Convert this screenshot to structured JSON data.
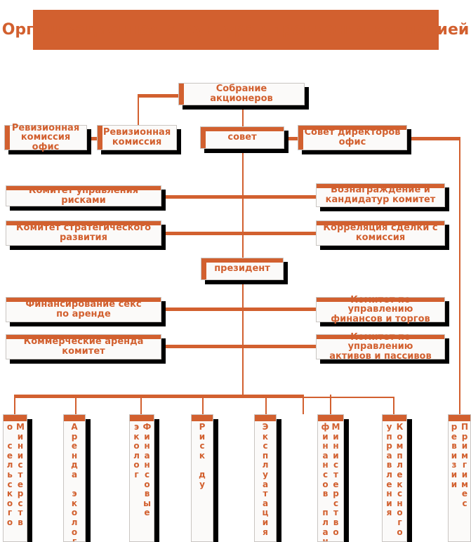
{
  "header": {
    "title": "Организационная структура управления компанией",
    "band_color": "#d2602f"
  },
  "theme": {
    "accent": "#d2602f",
    "box_fill": "#fbfaf9",
    "shadow": "#000000",
    "text": "#d2602f"
  },
  "nodes": {
    "shareholders_meeting": "Собрание акционеров",
    "audit_commission_office": "Ревизионная\nкомиссия офис",
    "audit_commission": "Ревизионная\nкомиссия",
    "council": "совет",
    "board_of_directors_office": "Совет директоров\nофис",
    "risk_management_committee": "Комитет управления рисками",
    "remuneration_nomination_committee": "Вознаграждение и\nкандидатур комитет",
    "strategic_development_committee": "Комитет стратегического\nразвития",
    "related_party_transactions_committee": "Корреляция сделки с\nкомиссия",
    "president": "президент",
    "lease_financing": "Финансирование секс\nпо аренде",
    "finance_trading_committee": "Комитет по управлению\nфинансов и торгов",
    "commercial_lease_committee": "Коммерческие аренда\nкомитет",
    "assets_liabilities_committee": "Комитет по управлению\nактивов и пассивов"
  },
  "vertical_nodes": [
    {
      "name": "ministry-agriculture",
      "full_text": "Министерств о сельского",
      "columns": [
        [
          "М",
          "и",
          "н",
          "и",
          "с",
          "т",
          "е",
          "р",
          "с",
          "т",
          "в"
        ],
        [
          "о",
          " ",
          "с",
          "е",
          "л",
          "ь",
          "с",
          "к",
          "о",
          "г",
          "о"
        ]
      ]
    },
    {
      "name": "lease-ecology",
      "full_text": "Аренда эколог",
      "columns": [
        [
          "А",
          "р",
          "е",
          "н",
          "д",
          "а",
          " ",
          "э",
          "к",
          "о",
          "л",
          "о",
          "г"
        ]
      ]
    },
    {
      "name": "finance-ecology",
      "full_text": "Финансовые эколог",
      "columns": [
        [
          "Ф",
          "и",
          "н",
          "а",
          "н",
          "с",
          "о",
          "в",
          "ы",
          "е"
        ],
        [
          "э",
          "к",
          "о",
          "л",
          "о",
          "г"
        ]
      ]
    },
    {
      "name": "risk-du",
      "full_text": "Риск ду",
      "columns": [
        [
          "Р",
          "и",
          "с",
          "к",
          " ",
          "д",
          "у"
        ]
      ]
    },
    {
      "name": "operation-du",
      "full_text": "Эксплуатация ду",
      "columns": [
        [
          "Э",
          "к",
          "с",
          "п",
          "л",
          "у",
          "а",
          "т",
          "а",
          "ц",
          "и",
          "я",
          " ",
          "д",
          "у"
        ]
      ]
    },
    {
      "name": "ministry-finance-plan",
      "full_text": "Министерство финансов план",
      "columns": [
        [
          "М",
          "и",
          "н",
          "и",
          "с",
          "т",
          "е",
          "р",
          "с",
          "т",
          "в",
          "о"
        ],
        [
          "ф",
          "и",
          "н",
          "а",
          "н",
          "с",
          "о",
          "в",
          " ",
          "п",
          "л",
          "а",
          "н"
        ]
      ]
    },
    {
      "name": "integrated-management",
      "full_text": "Комплексного управления",
      "columns": [
        [
          "К",
          "о",
          "м",
          "п",
          "л",
          "е",
          "к",
          "с",
          "н",
          "о",
          "г",
          "о"
        ],
        [
          "у",
          "п",
          "р",
          "а",
          "в",
          "л",
          "е",
          "н",
          "и",
          "я"
        ]
      ]
    },
    {
      "name": "primgimes-revision",
      "full_text": "Примгимес ревизии",
      "columns": [
        [
          "П",
          "р",
          "и",
          "м",
          "г",
          "и",
          "м",
          "е",
          "с"
        ],
        [
          "р",
          "е",
          "в",
          "и",
          "з",
          "и",
          "и"
        ]
      ]
    }
  ]
}
